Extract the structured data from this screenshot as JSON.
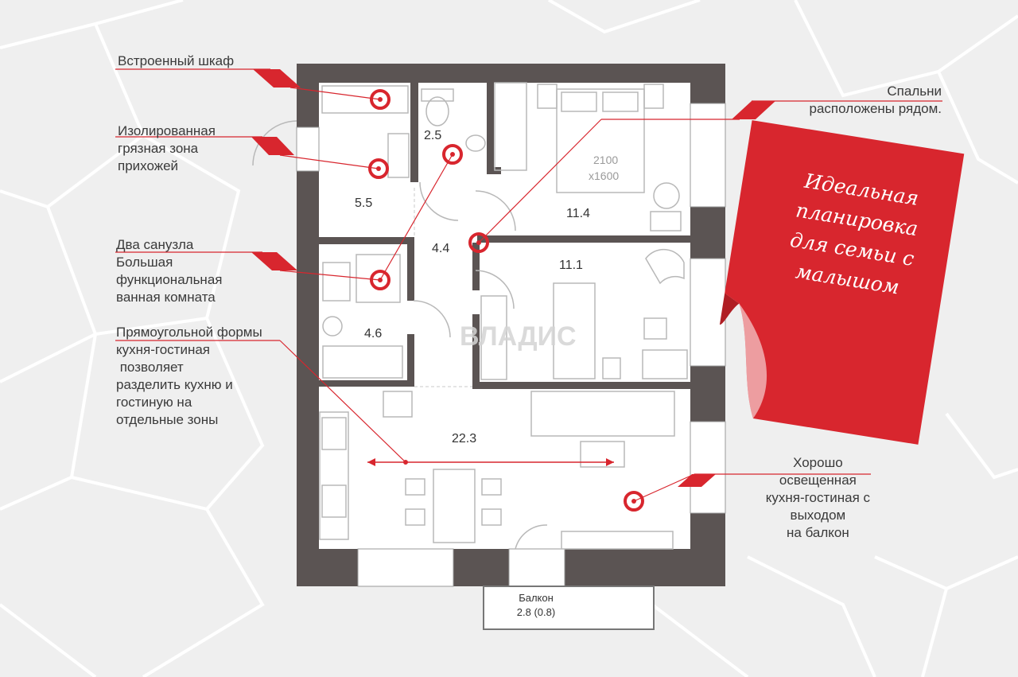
{
  "callouts": {
    "wardrobe": [
      "Встроенный шкаф"
    ],
    "dirty_zone": [
      "Изолированная",
      "грязная зона",
      "прихожей"
    ],
    "bathrooms": [
      "Два санузла",
      "Большая",
      "функциональная",
      "ванная комната"
    ],
    "kitchen_shape": [
      "Прямоугольной формы",
      "кухня-гостиная",
      " позволяет",
      "разделить кухню и",
      "гостиную на",
      "отдельные зоны"
    ],
    "bedrooms": [
      "Спальни",
      "расположены рядом."
    ],
    "lit_kitchen": [
      "Хорошо",
      "освещенная",
      "кухня-гостиная с",
      "выходом",
      "на балкон"
    ]
  },
  "rooms": {
    "hall": "5.5",
    "wc": "2.5",
    "corridor": "4.4",
    "bath": "4.6",
    "bedroom1": "11.4",
    "bedroom2": "11.1",
    "living": "22.3",
    "bed_size_w": "2100",
    "bed_size_h": "x1600",
    "balcony_label": "Балкон",
    "balcony_area": "2.8 (0.8)"
  },
  "watermark": "ВЛАДИС",
  "note_lines": [
    "Идеальная",
    "планировка",
    "для семьи с",
    "малышом"
  ],
  "colors": {
    "accent": "#d8262e",
    "wall": "#5b5453",
    "floor": "#ffffff",
    "background": "#efefef",
    "text": "#3a3a3a"
  }
}
